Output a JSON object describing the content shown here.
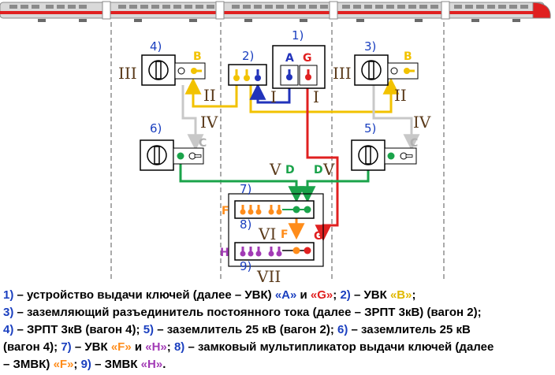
{
  "colors": {
    "blue": "#2233bb",
    "red": "#e02020",
    "yellow": "#f2c200",
    "orange": "#ff8c1a",
    "purple": "#a23ab5",
    "green": "#1aa34a",
    "gray": "#c8c8c8",
    "roman": "#5a3a1a",
    "number": "#1a3fbf"
  },
  "devices": {
    "d1": {
      "num": "1)",
      "key_a": "A",
      "key_g": "G"
    },
    "d2": {
      "num": "2)"
    },
    "d3": {
      "num": "3)",
      "roman": "III",
      "key": "B",
      "icon": "lock-cylinder-icon"
    },
    "d4": {
      "num": "4)",
      "roman": "III",
      "key": "B",
      "icon": "lock-cylinder-icon"
    },
    "d5": {
      "num": "5)",
      "key": "C",
      "icon": "lock-cylinder-icon"
    },
    "d6": {
      "num": "6)",
      "key": "C",
      "icon": "lock-cylinder-icon"
    },
    "d7": {
      "num": "7)",
      "key": "F"
    },
    "d8": {
      "num": "8)",
      "roman": "VI",
      "key_f": "F",
      "key_g": "G"
    },
    "d9": {
      "num": "9)",
      "key": "H"
    }
  },
  "paths": {
    "p_I_left": "I",
    "p_I_right": "I",
    "p_II_left": "II",
    "p_II_right": "II",
    "p_IV_left": "IV",
    "p_IV_right": "IV",
    "p_V_left": "V",
    "p_V_right": "V",
    "p_D_left": "D",
    "p_D_right": "D",
    "p_VII": "VII"
  },
  "legend": {
    "l1": {
      "n1": "1)",
      "t1": " – устройство выдачи ключей (далее – УВК) ",
      "kA": "«A»",
      "t2": " и ",
      "kG": "«G»",
      "t3": "; ",
      "n2": "2)",
      "t4": " – УВК ",
      "kB": "«B»",
      "t5": ";"
    },
    "l2": {
      "n3": "3)",
      "t1": " – заземляющий разъединитель постоянного тока (далее – ЗРПТ 3кВ) (вагон 2);"
    },
    "l3": {
      "n4": "4)",
      "t1": " – ЗРПТ 3кВ (вагон 4); ",
      "n5": "5)",
      "t2": " – заземлитель 25 кВ (вагон 2); ",
      "n6": "6)",
      "t3": " – заземлитель 25 кВ"
    },
    "l4": {
      "t0": "(вагон 4); ",
      "n7": "7)",
      "t1": " – УВК ",
      "kF": "«F»",
      "t2": " и ",
      "kH": "«H»",
      "t3": "; ",
      "n8": "8)",
      "t4": " – замковый мультипликатор выдачи ключей (далее"
    },
    "l5": {
      "t0": "– ЗМВК) ",
      "kF": "«F»",
      "t1": "; ",
      "n9": "9)",
      "t2": " – ЗМВК ",
      "kH": "«H»",
      "t3": "."
    }
  }
}
